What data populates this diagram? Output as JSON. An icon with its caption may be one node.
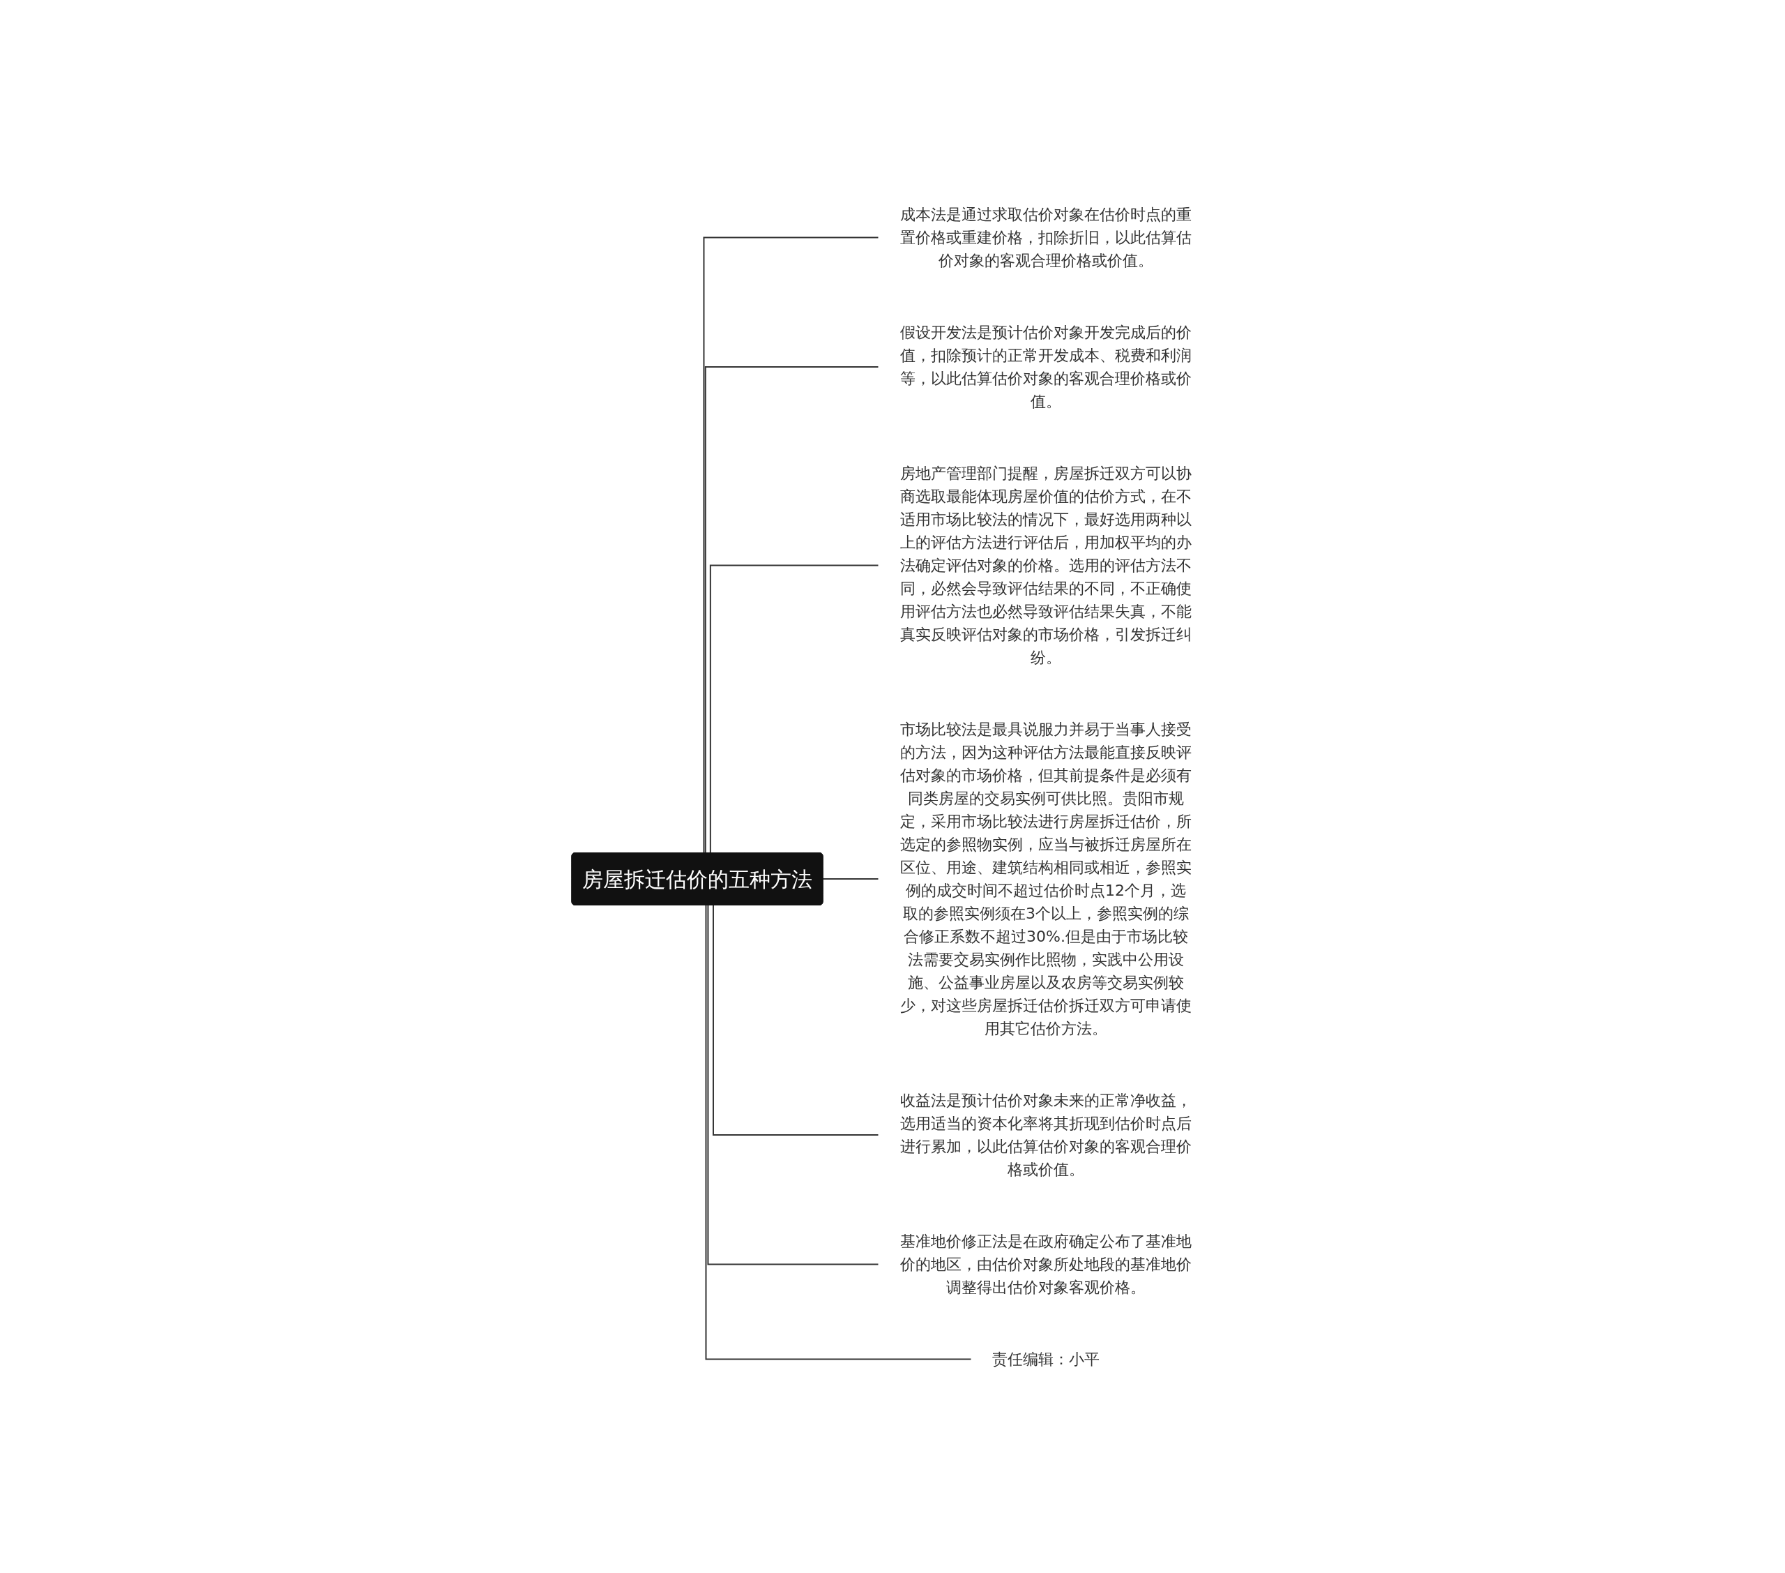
{
  "diagram": {
    "nodes": [
      {
        "text": [
          "房屋拆迁估价的五种方法"
        ]
      },
      {
        "text": [
          "成本法是通过求取估价对象在估价时点的重置价格或重建价格，扣除折旧，以此估算估价对象的客观合理价格或价值。"
        ]
      },
      {
        "text": [
          "假设开发法是预计估价对象开发完成后的价值，扣除预计的正常开发成本、税费和利润等，以此估算估价对象的客观合理价格或价值。"
        ]
      },
      {
        "text": [
          "房地产管理部门提醒，房屋拆迁双方可以协商选取最能体现房屋价值的估价方式，在不适用市场比较法的情况下，最好选用两种以上的评估方法进行评估后，用加权平均的办法确定评估对象的价格。选用的评估方法不同，必然会导致评估结果的不同，不正确使用评估方法也必然导致评估结果失真，不能真实反映评估对象的市场价格，引发拆迁纠纷。"
        ]
      },
      {
        "text": [
          "市场比较法是最具说服力并易于当事人接受的方法，因为这种评估方法最能直接反映评估对象的市场价格，但其前提条件是必须有同类房屋的交易实例可供比照。贵阳市规定，采用市场比较法进行房屋拆迁估价，所选定的参照物实例，应当与被拆迁房屋所在区位、用途、建筑结构相同或相近，参照实例的成交时间不超过估价时点12个月，选取的参照实例须在3个以上，参照实例的综合修正系数不超过30%.但是由于市场比较法需要交易实例作比照物，实践中公用设施、公益事业房屋以及农房等交易实例较少，对这些房屋拆迁估价拆迁双方可申请使用其它估价方法。"
        ]
      },
      {
        "text": [
          "收益法是预计估价对象未来的正常净收益，选用适当的资本化率将其折现到估价时点后进行累加，以此估算估价对象的客观合理价格或价值。"
        ]
      },
      {
        "text": [
          "基准地价修正法是在政府确定公布了基准地价的地区，由估价对象所处地段的基准地价调整得出估价对象客观价格。"
        ]
      },
      {
        "text": [
          "责任编辑：小平"
        ]
      }
    ],
    "edges": [
      {
        "from": 0,
        "to": 1,
        "arrow": "none"
      },
      {
        "from": 0,
        "to": 2,
        "arrow": "none"
      },
      {
        "from": 0,
        "to": 3,
        "arrow": "none"
      },
      {
        "from": 0,
        "to": 4,
        "arrow": "none"
      },
      {
        "from": 0,
        "to": 5,
        "arrow": "none"
      },
      {
        "from": 0,
        "to": 6,
        "arrow": "none"
      },
      {
        "from": 0,
        "to": 7,
        "arrow": "none"
      }
    ]
  }
}
